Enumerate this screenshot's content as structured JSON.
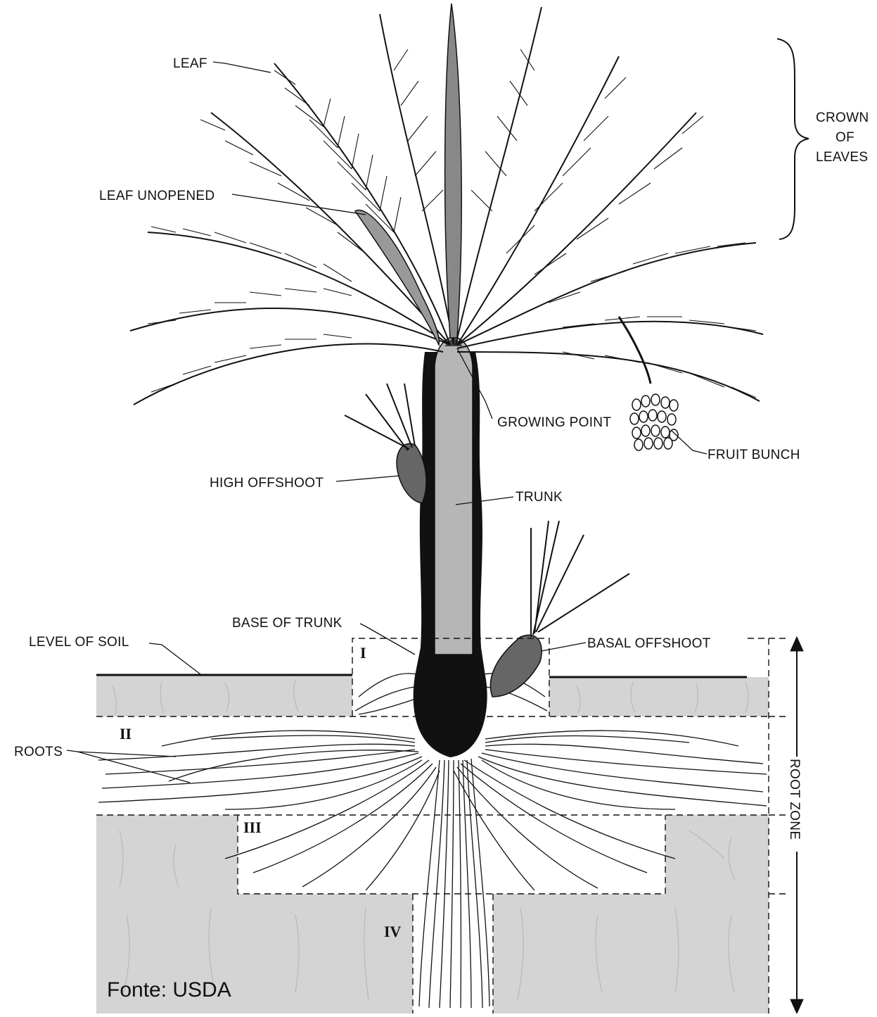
{
  "labels": {
    "leaf": "LEAF",
    "leaf_unopened": "LEAF UNOPENED",
    "crown_line1": "CROWN",
    "crown_line2": "OF",
    "crown_line3": "LEAVES",
    "growing_point": "GROWING POINT",
    "fruit_bunch": "FRUIT BUNCH",
    "high_offshoot": "HIGH OFFSHOOT",
    "trunk": "TRUNK",
    "base_of_trunk": "BASE OF TRUNK",
    "level_of_soil": "LEVEL OF SOIL",
    "basal_offshoot": "BASAL OFFSHOOT",
    "roots": "ROOTS",
    "root_zone": "ROOT ZONE"
  },
  "zones": {
    "zone_1": "I",
    "zone_2": "II",
    "zone_3": "III",
    "zone_4": "IV"
  },
  "credit": "Fonte: USDA",
  "colors": {
    "soil": "#d2d2d2",
    "trunk_cut": "#b8b8b8",
    "ink": "#111111"
  }
}
